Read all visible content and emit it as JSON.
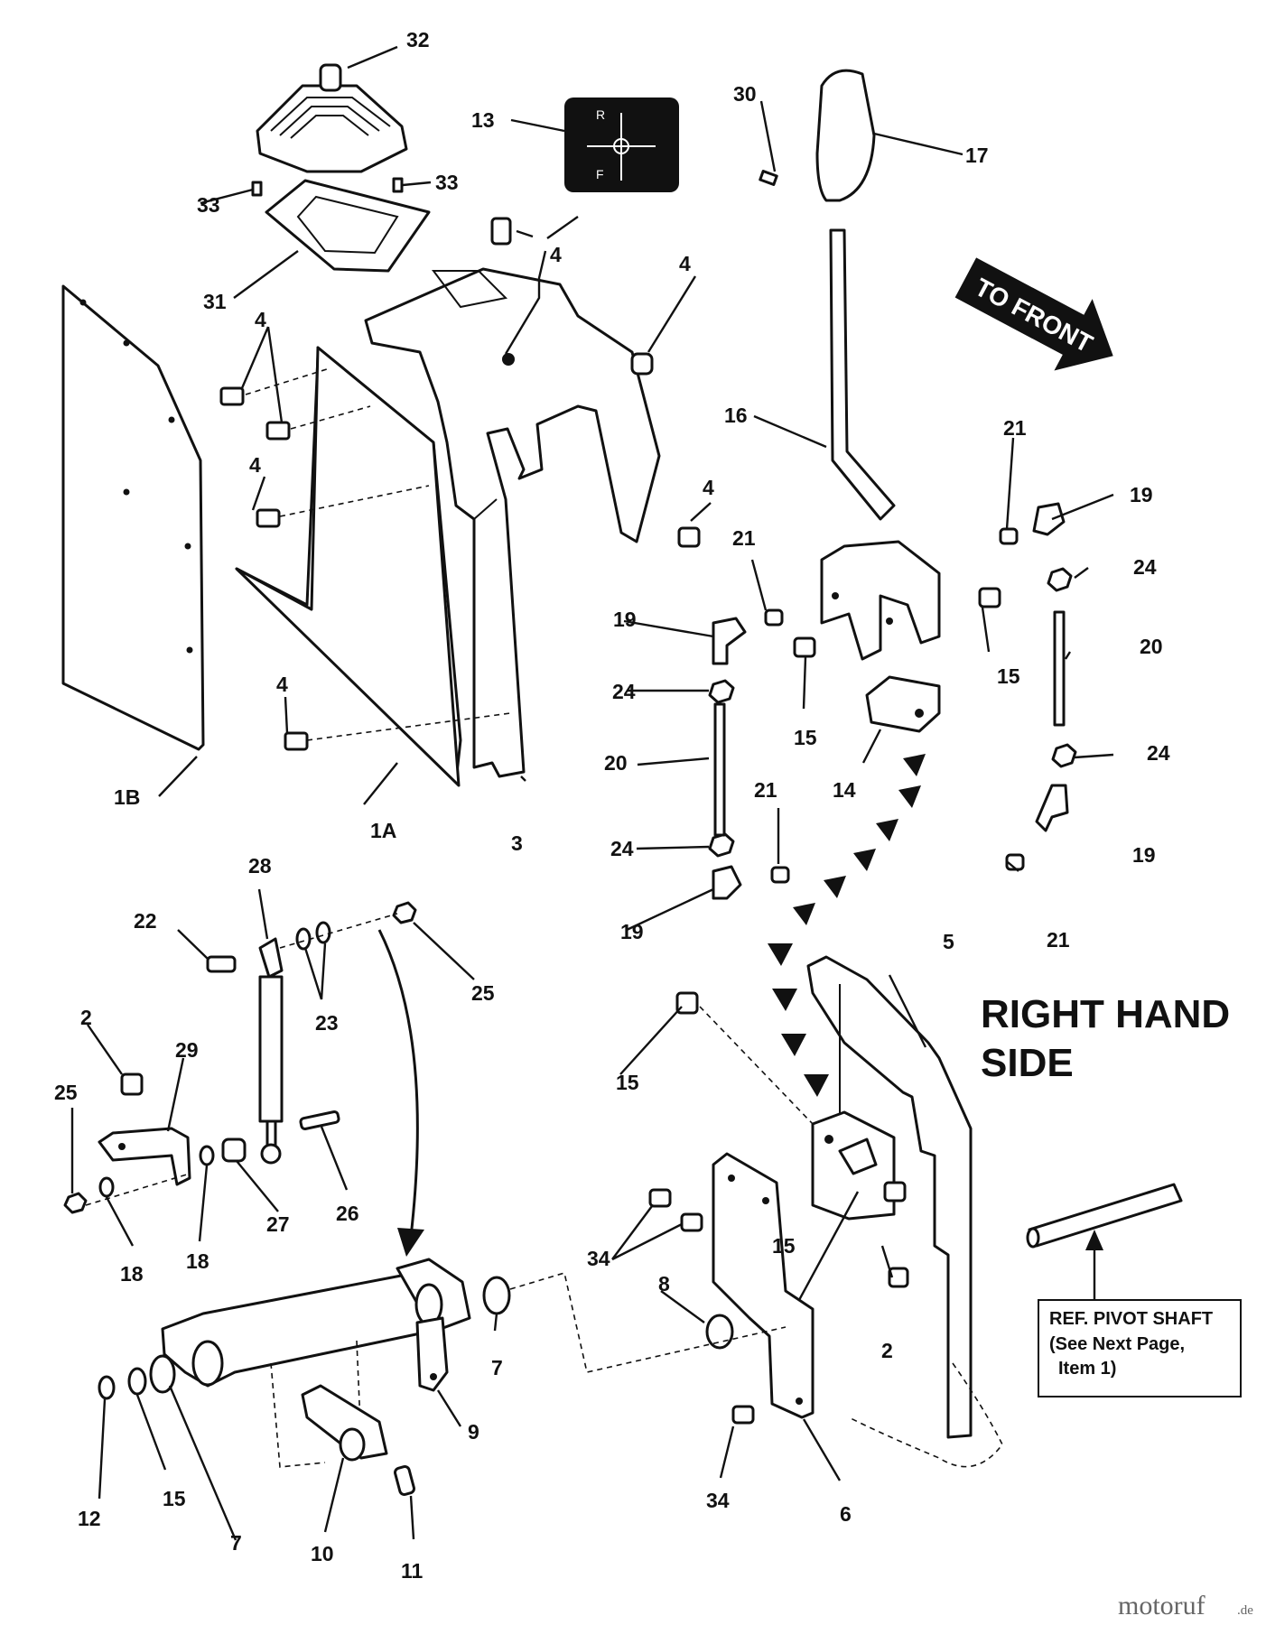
{
  "labels": [
    {
      "id": "32",
      "text": "32"
    },
    {
      "id": "13",
      "text": "13"
    },
    {
      "id": "30",
      "text": "30"
    },
    {
      "id": "17",
      "text": "17"
    },
    {
      "id": "33a",
      "text": "33"
    },
    {
      "id": "33b",
      "text": "33"
    },
    {
      "id": "31",
      "text": "31"
    },
    {
      "id": "4a",
      "text": "4"
    },
    {
      "id": "4b",
      "text": "4"
    },
    {
      "id": "4c",
      "text": "4"
    },
    {
      "id": "4d",
      "text": "4"
    },
    {
      "id": "4e",
      "text": "4"
    },
    {
      "id": "4f",
      "text": "4"
    },
    {
      "id": "16",
      "text": "16"
    },
    {
      "id": "21a",
      "text": "21"
    },
    {
      "id": "21b",
      "text": "21"
    },
    {
      "id": "21c",
      "text": "21"
    },
    {
      "id": "21d",
      "text": "21"
    },
    {
      "id": "19a",
      "text": "19"
    },
    {
      "id": "19b",
      "text": "19"
    },
    {
      "id": "19c",
      "text": "19"
    },
    {
      "id": "19d",
      "text": "19"
    },
    {
      "id": "24a",
      "text": "24"
    },
    {
      "id": "24b",
      "text": "24"
    },
    {
      "id": "24c",
      "text": "24"
    },
    {
      "id": "24d",
      "text": "24"
    },
    {
      "id": "20a",
      "text": "20"
    },
    {
      "id": "20b",
      "text": "20"
    },
    {
      "id": "15a",
      "text": "15"
    },
    {
      "id": "15b",
      "text": "15"
    },
    {
      "id": "15c",
      "text": "15"
    },
    {
      "id": "15d",
      "text": "15"
    },
    {
      "id": "15e",
      "text": "15"
    },
    {
      "id": "14",
      "text": "14"
    },
    {
      "id": "1B",
      "text": "1B"
    },
    {
      "id": "1A",
      "text": "1A"
    },
    {
      "id": "3",
      "text": "3"
    },
    {
      "id": "28",
      "text": "28"
    },
    {
      "id": "22",
      "text": "22"
    },
    {
      "id": "23",
      "text": "23"
    },
    {
      "id": "25a",
      "text": "25"
    },
    {
      "id": "25b",
      "text": "25"
    },
    {
      "id": "2a",
      "text": "2"
    },
    {
      "id": "2b",
      "text": "2"
    },
    {
      "id": "29",
      "text": "29"
    },
    {
      "id": "26",
      "text": "26"
    },
    {
      "id": "27",
      "text": "27"
    },
    {
      "id": "18a",
      "text": "18"
    },
    {
      "id": "18b",
      "text": "18"
    },
    {
      "id": "5",
      "text": "5"
    },
    {
      "id": "34a",
      "text": "34"
    },
    {
      "id": "34b",
      "text": "34"
    },
    {
      "id": "8",
      "text": "8"
    },
    {
      "id": "7a",
      "text": "7"
    },
    {
      "id": "7b",
      "text": "7"
    },
    {
      "id": "9",
      "text": "9"
    },
    {
      "id": "12",
      "text": "12"
    },
    {
      "id": "10",
      "text": "10"
    },
    {
      "id": "11",
      "text": "11"
    },
    {
      "id": "6",
      "text": "6"
    }
  ],
  "callouts": {
    "to_front": "TO FRONT",
    "side_line1": "RIGHT HAND",
    "side_line2": "SIDE",
    "ref_line1": "REF. PIVOT SHAFT",
    "ref_line2": "(See Next Page,",
    "ref_line3": "Item 1)"
  },
  "decal": {
    "r": "R",
    "f": "F"
  },
  "watermark": {
    "brand": "motoruf",
    "tld": ".de"
  },
  "colors": {
    "ink": "#111111",
    "paper": "#ffffff",
    "watermark": "#666666"
  }
}
